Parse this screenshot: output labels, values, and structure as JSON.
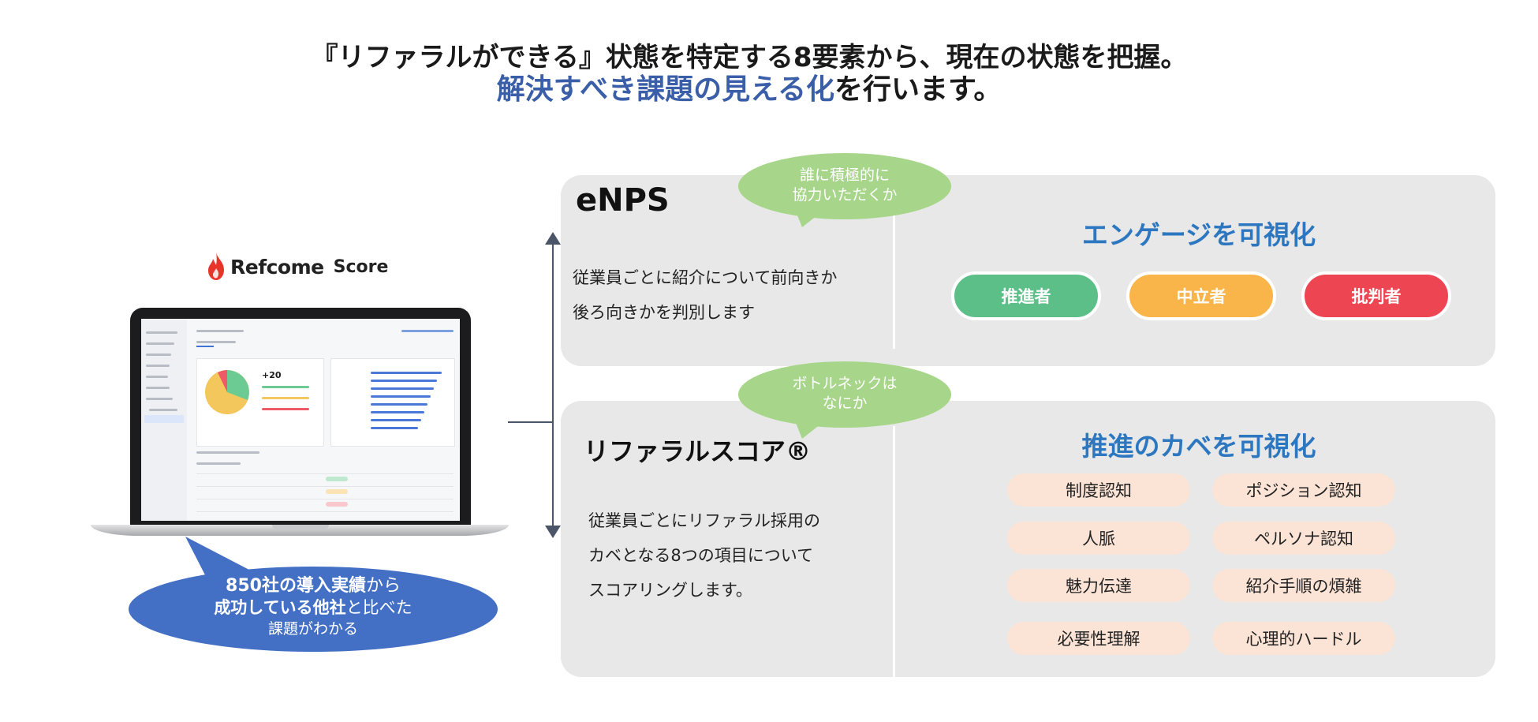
{
  "header": {
    "line1": "『リファラルができる』状態を特定する8要素から、現在の状態を把握。",
    "line2_accent": "解決すべき課題の見える化",
    "line2_rest": "を行います。"
  },
  "logo": {
    "name": "Refcome",
    "product": "Score"
  },
  "callout": {
    "bold1": "850社の導入実績",
    "text1": "から",
    "bold2": "成功している他社",
    "text2": "と比べた",
    "text3": "課題がわかる"
  },
  "enps": {
    "title": "eNPS",
    "bubble_line1": "誰に積極的に",
    "bubble_line2": "協力いただくか",
    "desc_line1": "従業員ごとに紹介について前向きか",
    "desc_line2": "後ろ向きかを判別します",
    "vis_title": "エンゲージを可視化",
    "pills": [
      {
        "label": "推進者",
        "color": "#5cbf88"
      },
      {
        "label": "中立者",
        "color": "#f9b54a"
      },
      {
        "label": "批判者",
        "color": "#ee4553"
      }
    ]
  },
  "referral": {
    "title": "リファラルスコア®",
    "bubble_line1": "ボトルネックは",
    "bubble_line2": "なにか",
    "desc_line1": "従業員ごとにリファラル採用の",
    "desc_line2": "カベとなる8つの項目について",
    "desc_line3": "スコアリングします。",
    "vis_title": "推進のカベを可視化",
    "factors": [
      "制度認知",
      "ポジション認知",
      "人脈",
      "ペルソナ認知",
      "魅力伝達",
      "紹介手順の煩雑",
      "必要性理解",
      "心理的ハードル"
    ]
  },
  "colors": {
    "accent_blue": "#3a5fa8",
    "vis_blue": "#2d77c0",
    "bubble_green": "#a7d68b",
    "callout_blue": "#4370c4",
    "panel_gray": "#e8e8e8",
    "tag_peach": "#fbe4d6"
  }
}
